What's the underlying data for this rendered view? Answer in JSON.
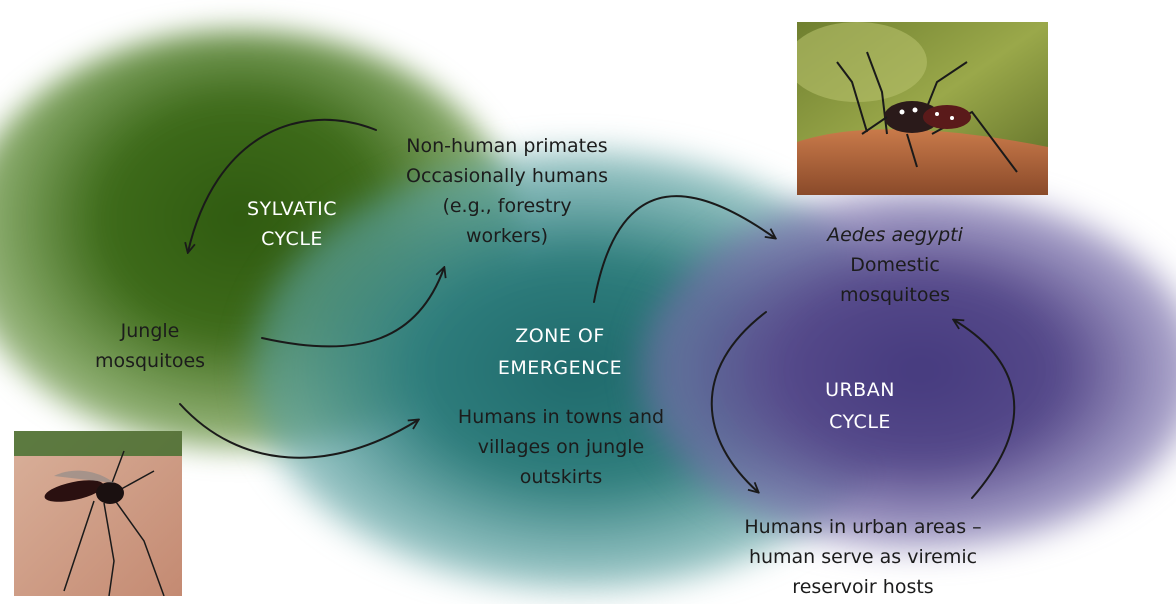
{
  "sylvatic": {
    "title_line1": "SYLVATIC",
    "title_line2": "CYCLE"
  },
  "primates": {
    "line1": "Non-human primates",
    "line2": "Occasionally humans",
    "line3": "(e.g., forestry",
    "line4": "workers)"
  },
  "jungle_mosquitoes": {
    "line1": "Jungle",
    "line2": "mosquitoes"
  },
  "emergence": {
    "title_line1": "ZONE OF",
    "title_line2": "EMERGENCE",
    "desc_line1": "Humans in towns and",
    "desc_line2": "villages on jungle",
    "desc_line3": "outskirts"
  },
  "aedes": {
    "line1": "Aedes aegypti",
    "line2": "Domestic",
    "line3": "mosquitoes"
  },
  "urban": {
    "title_line1": "URBAN",
    "title_line2": "CYCLE"
  },
  "urban_humans": {
    "line1": "Humans in urban areas –",
    "line2": "human serve as viremic",
    "line3": "reservoir hosts"
  },
  "colors": {
    "sylvatic_zone": "#3e6b1a",
    "emergence_zone": "#2e7d7c",
    "urban_zone": "#55498a",
    "arrow": "#1a1a1a"
  }
}
